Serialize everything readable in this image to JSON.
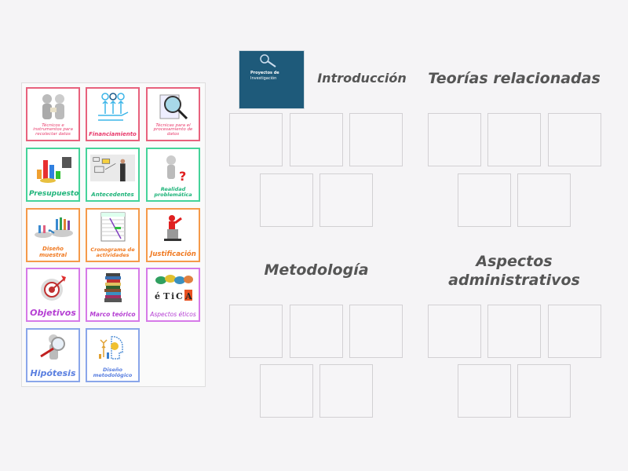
{
  "tray": {
    "tiles": [
      {
        "label": "Técnicos e instrumentos para recolectar datos",
        "icon": "handshake-people-icon",
        "color": "red"
      },
      {
        "label": "Financiamiento",
        "icon": "money-hand-icon",
        "color": "red"
      },
      {
        "label": "Técnicas para el procesamiento de datos",
        "icon": "magnifier-document-icon",
        "color": "red"
      },
      {
        "label": "Presupuesto",
        "icon": "budget-chart-icon",
        "color": "green"
      },
      {
        "label": "Antecedentes",
        "icon": "whiteboard-man-icon",
        "color": "green"
      },
      {
        "label": "Realidad problemática",
        "icon": "question-figure-icon",
        "color": "green"
      },
      {
        "label": "Diseño muestral",
        "icon": "people-sample-icon",
        "color": "orange"
      },
      {
        "label": "Cronograma de actividades",
        "icon": "gantt-chart-icon",
        "color": "orange"
      },
      {
        "label": "Justificación",
        "icon": "speaker-podium-icon",
        "color": "orange"
      },
      {
        "label": "Objetivos",
        "icon": "target-icon",
        "color": "purple"
      },
      {
        "label": "Marco teórico",
        "icon": "book-stack-icon",
        "color": "purple"
      },
      {
        "label": "Aspectos éticos",
        "icon": "ethics-icon",
        "color": "purple"
      },
      {
        "label": "Hipótesis",
        "icon": "magnifier-figure-icon",
        "color": "blue"
      },
      {
        "label": "Diseño metodológico",
        "icon": "head-lightbulb-icon",
        "color": "blue"
      }
    ]
  },
  "thumbnail": {
    "line1": "Proyectos de",
    "line2": "Investigación"
  },
  "groups": [
    {
      "title": "Introducción"
    },
    {
      "title": "Teorías relacionadas"
    },
    {
      "title": "Metodología"
    },
    {
      "title": "Aspectos administrativos"
    }
  ],
  "colors": {
    "red": "#e8627d",
    "green": "#45d39a",
    "orange": "#f59a4a",
    "purple": "#d67ae8",
    "blue": "#8aa6ea",
    "thumbnail": "#1e5a7a"
  }
}
